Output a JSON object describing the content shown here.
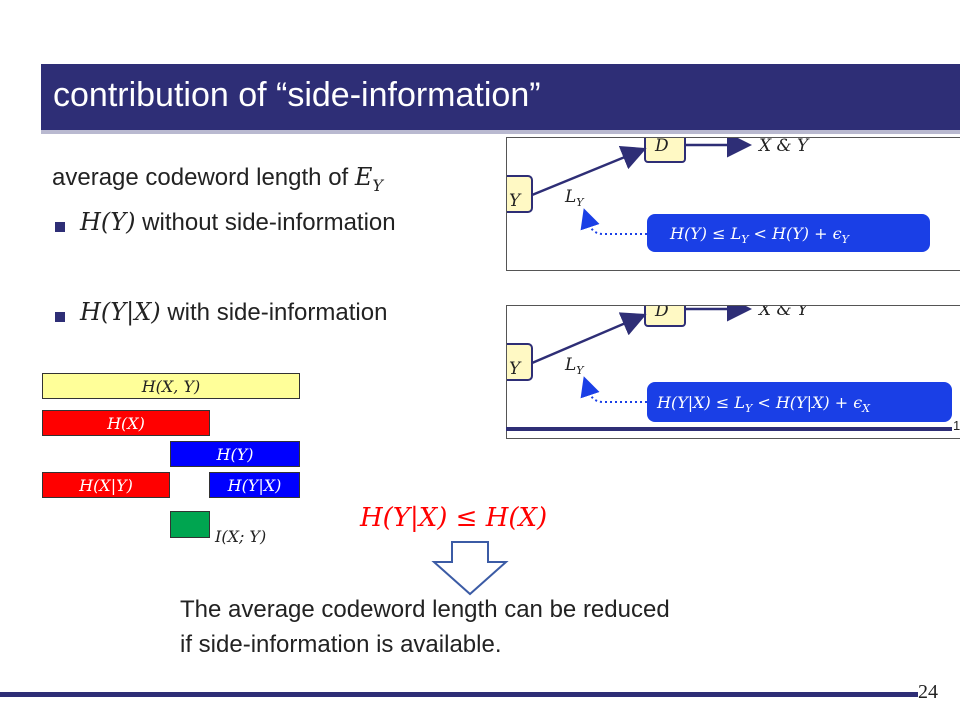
{
  "title": "contribution of “side-information”",
  "left_text": {
    "avg_prefix": "average codeword length of ",
    "avg_symbol": "E",
    "avg_sub": "Y",
    "bullet1_math": "H(Y)",
    "bullet1_text": " without side-information",
    "bullet2_math": "H(Y|X)",
    "bullet2_text": " with side-information"
  },
  "panel1": {
    "decoder": "D",
    "output": "X & Y",
    "rate_label": "L",
    "rate_sub": "Y",
    "encoder_partial": "Y",
    "bound": "H(Y) ≤ L",
    "bound_sub": "Y",
    "bound_rest": " < H(Y) + ϵ",
    "bound_eps_sub": "Y"
  },
  "panel2": {
    "decoder": "D",
    "output": "X & Y",
    "rate_label": "L",
    "rate_sub": "Y",
    "encoder_partial": "Y",
    "bound": "H(Y|X) ≤ L",
    "bound_sub": "Y",
    "bound_rest": " < H(Y|X) + ϵ",
    "bound_eps_sub": "X",
    "page_fragment": "1"
  },
  "entropy_bars": {
    "hxy": "H(X, Y)",
    "hx": "H(X)",
    "hy": "H(Y)",
    "hxgy": "H(X|Y)",
    "hygx": "H(Y|X)",
    "ixy": "I(X; Y)"
  },
  "inequality": "H(Y|X) ≤ H(X)",
  "conclusion": {
    "line1": "The average codeword length can be reduced",
    "line2": "if side-information is available."
  },
  "page_number": "24",
  "colors": {
    "title_bg": "#2e2e76",
    "accent_red": "#ff0000",
    "accent_blue": "#0000ff",
    "bound_box": "#1a3fe6",
    "bar_yellow": "#ffff99",
    "bar_green": "#00a550"
  }
}
